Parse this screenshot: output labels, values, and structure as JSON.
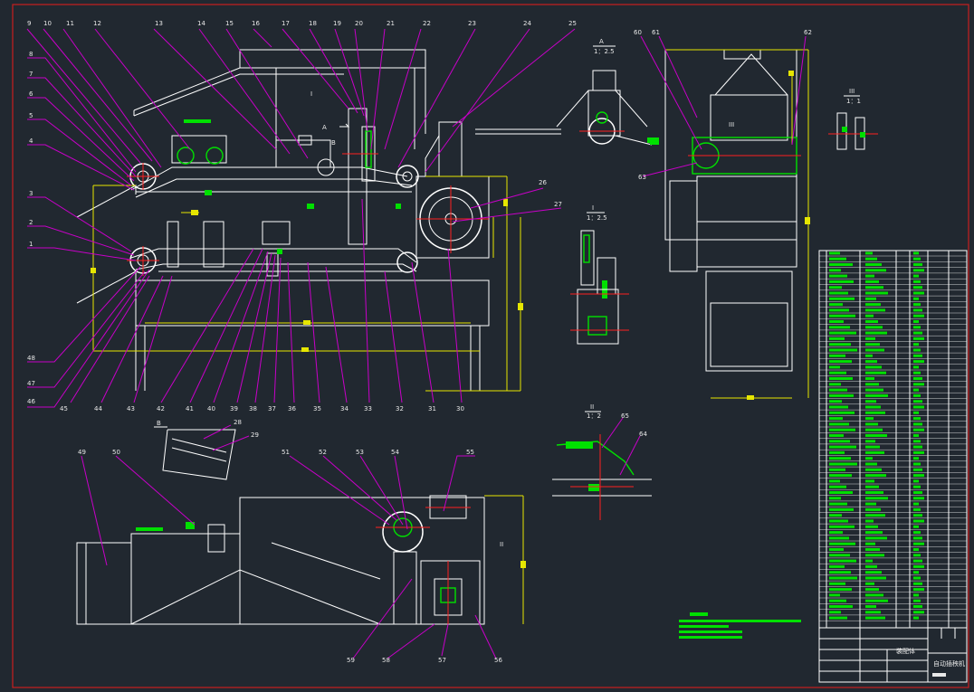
{
  "drawing": {
    "assembly_title": "装配体",
    "machine_name": "自动插秧机",
    "views": {
      "view_a": {
        "name": "A",
        "scale": "1：2.5"
      },
      "view_i": {
        "name": "I",
        "scale": "1：2.5"
      },
      "view_ii": {
        "name": "II",
        "scale": "1：2"
      },
      "view_iii": {
        "name": "III",
        "scale": "1：1"
      },
      "view_b": {
        "name": "B"
      }
    },
    "markers": {
      "a": "A",
      "b": "B",
      "i": "I",
      "ii": "II",
      "iii": "III"
    }
  },
  "colors": {
    "background": "#212830",
    "frame": "#c81e1e",
    "leader": "#c800c8",
    "dimension": "#e6e600",
    "part": "#00e000",
    "centerline": "#ff2020",
    "outline": "#ffffff"
  },
  "callouts": {
    "top": [
      "9",
      "10",
      "11",
      "12",
      "13",
      "14",
      "15",
      "16",
      "17",
      "18",
      "19",
      "20",
      "21",
      "22",
      "23",
      "24",
      "25"
    ],
    "left": [
      "8",
      "7",
      "6",
      "5",
      "4",
      "3",
      "2",
      "1",
      "48",
      "47",
      "46"
    ],
    "bottom_row": [
      "45",
      "44",
      "43",
      "42",
      "41",
      "40",
      "39",
      "38",
      "37",
      "36",
      "35",
      "34",
      "33",
      "32",
      "31",
      "30"
    ],
    "right_mid": [
      "26",
      "27"
    ],
    "side": [
      "60",
      "61",
      "62",
      "63"
    ],
    "detail_b": [
      "28",
      "29"
    ],
    "lower_top": [
      "49",
      "50",
      "51",
      "52",
      "53",
      "54",
      "55"
    ],
    "lower_bottom": [
      "59",
      "58",
      "57",
      "56"
    ],
    "detail_ii": [
      "65",
      "64"
    ]
  }
}
